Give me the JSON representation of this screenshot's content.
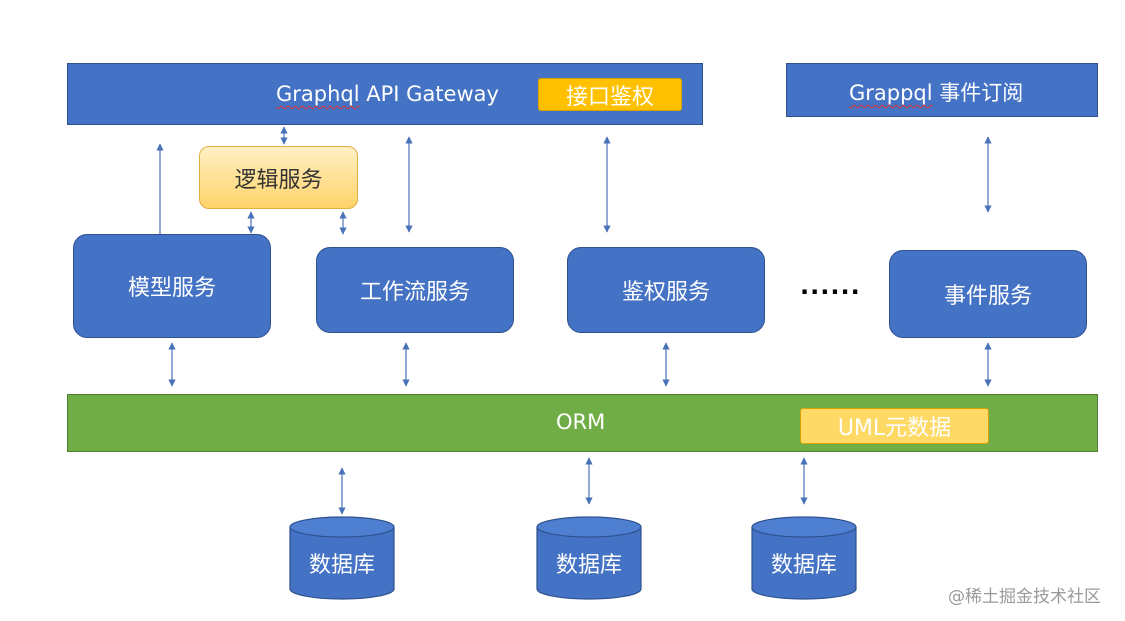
{
  "gateway": {
    "title": "Graphql API Gateway",
    "title_part1": "Graphql",
    "title_part2": " API Gateway",
    "auth_tag": "接口鉴权"
  },
  "subscription": {
    "title_part1": "Grappql",
    "title_part2": " 事件订阅"
  },
  "logic_service": "逻辑服务",
  "services": {
    "model": "模型服务",
    "workflow": "工作流服务",
    "auth": "鉴权服务",
    "ellipsis": "......",
    "event": "事件服务"
  },
  "orm": {
    "label": "ORM",
    "uml_tag": "UML元数据"
  },
  "databases": [
    "数据库",
    "数据库",
    "数据库"
  ],
  "watermark": "@稀土掘金技术社区",
  "colors": {
    "blue_box": "#4472c4",
    "green_bar": "#70ad47",
    "tag_yellow": "#ffc000",
    "arrow": "#4a72b8"
  }
}
